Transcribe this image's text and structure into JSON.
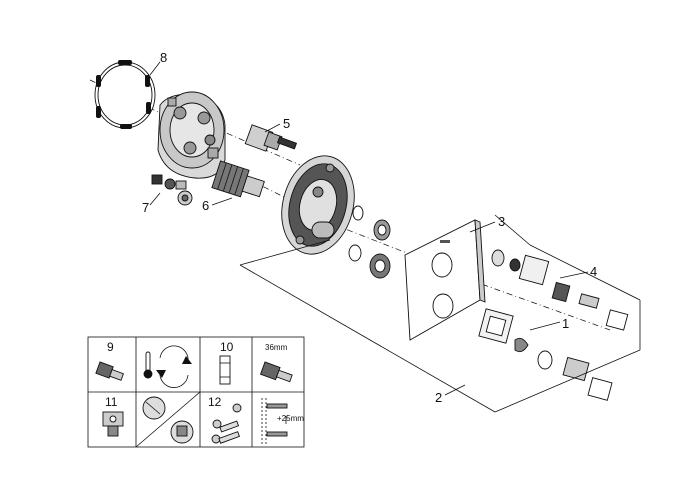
{
  "callouts": {
    "c1": "1",
    "c2": "2",
    "c3": "3",
    "c4": "4",
    "c5": "5",
    "c6": "6",
    "c7": "7",
    "c8": "8"
  },
  "panel": {
    "p9": "9",
    "p10": "10",
    "p11": "11",
    "p12": "12",
    "wrench_size": "36mm",
    "extension": "+25mm"
  }
}
